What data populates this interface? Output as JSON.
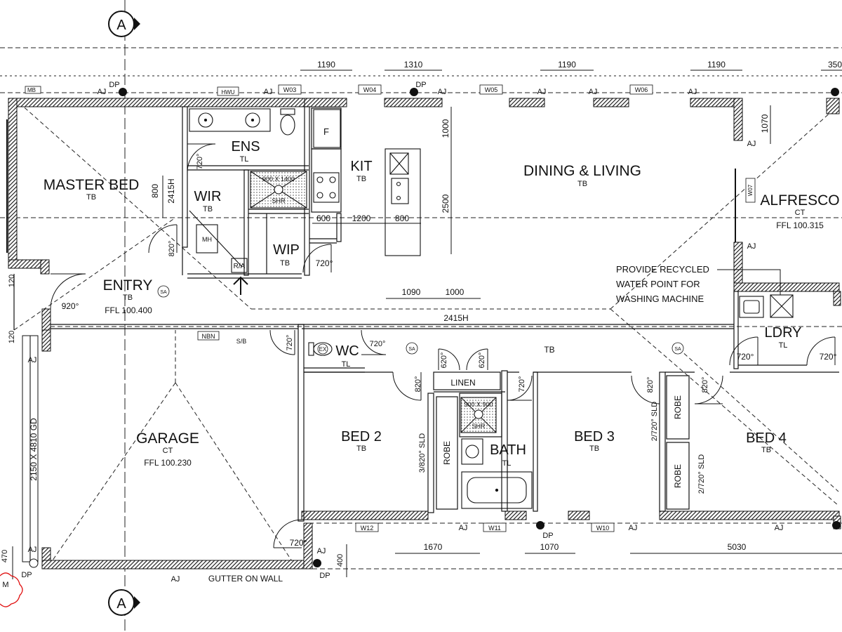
{
  "section_marks": [
    "A",
    "A"
  ],
  "rooms": {
    "master_bed": {
      "name": "MASTER BED",
      "finish": "TB"
    },
    "ens": {
      "name": "ENS",
      "finish": "TL"
    },
    "wir": {
      "name": "WIR",
      "finish": "TB"
    },
    "wip": {
      "name": "WIP",
      "finish": "TB"
    },
    "kit": {
      "name": "KIT",
      "finish": "TB"
    },
    "dining": {
      "name": "DINING & LIVING",
      "finish": "TB"
    },
    "alfresco": {
      "name": "ALFRESCO",
      "finish": "CT",
      "ffl": "FFL 100.315"
    },
    "entry": {
      "name": "ENTRY",
      "finish": "TB",
      "ffl": "FFL 100.400"
    },
    "ldry": {
      "name": "LDRY",
      "finish": "TL"
    },
    "wc": {
      "name": "WC",
      "finish": "TL"
    },
    "hall": {
      "finish": "TB"
    },
    "linen": {
      "name": "LINEN"
    },
    "bed2": {
      "name": "BED 2",
      "finish": "TB"
    },
    "bath": {
      "name": "BATH",
      "finish": "TL"
    },
    "bed3": {
      "name": "BED 3",
      "finish": "TB"
    },
    "bed4": {
      "name": "BED 4",
      "finish": "TB"
    },
    "garage": {
      "name": "GARAGE",
      "finish": "CT",
      "ffl": "FFL 100.230"
    }
  },
  "dimensions": {
    "top": [
      "1190",
      "1310",
      "1190",
      "1190",
      "350"
    ],
    "kitchen": [
      "600",
      "1200",
      "800",
      "1000",
      "2500",
      "1070"
    ],
    "hall": [
      "1090",
      "1000",
      "2415H"
    ],
    "wir": [
      "800",
      "2415H"
    ],
    "bottom": [
      "1670",
      "1070",
      "5030",
      "400",
      "470"
    ],
    "garage_door": "2150 X 4810 GD",
    "misc": [
      "120",
      "120"
    ]
  },
  "fixtures": {
    "shower_ens": "900 X 1400",
    "shower_bath": "900 X 900",
    "shr": "SHR",
    "fridge": "F",
    "mh": "MH",
    "ra": "R/A",
    "mb": "MB",
    "hwu": "HWU",
    "nbn": "NBN",
    "sb": "S/B",
    "ex": "EX",
    "sa": "SA",
    "robe": "ROBE"
  },
  "doors": {
    "d720": "720°",
    "d820": "820°",
    "d920": "920°",
    "d620": "620°",
    "bed2_sld": "3/820° SLD",
    "bed3_sld": "2/720° SLD",
    "bed4_sld": "2/720° SLD"
  },
  "windows": [
    "W03",
    "W04",
    "W05",
    "W06",
    "W07",
    "W12",
    "W11",
    "W10"
  ],
  "markers": {
    "aj": "AJ",
    "dp": "DP",
    "m": "M"
  },
  "notes": {
    "recycled_water": [
      "PROVIDE RECYCLED",
      "WATER POINT FOR",
      "WASHING MACHINE"
    ],
    "gutter": "GUTTER ON WALL"
  }
}
